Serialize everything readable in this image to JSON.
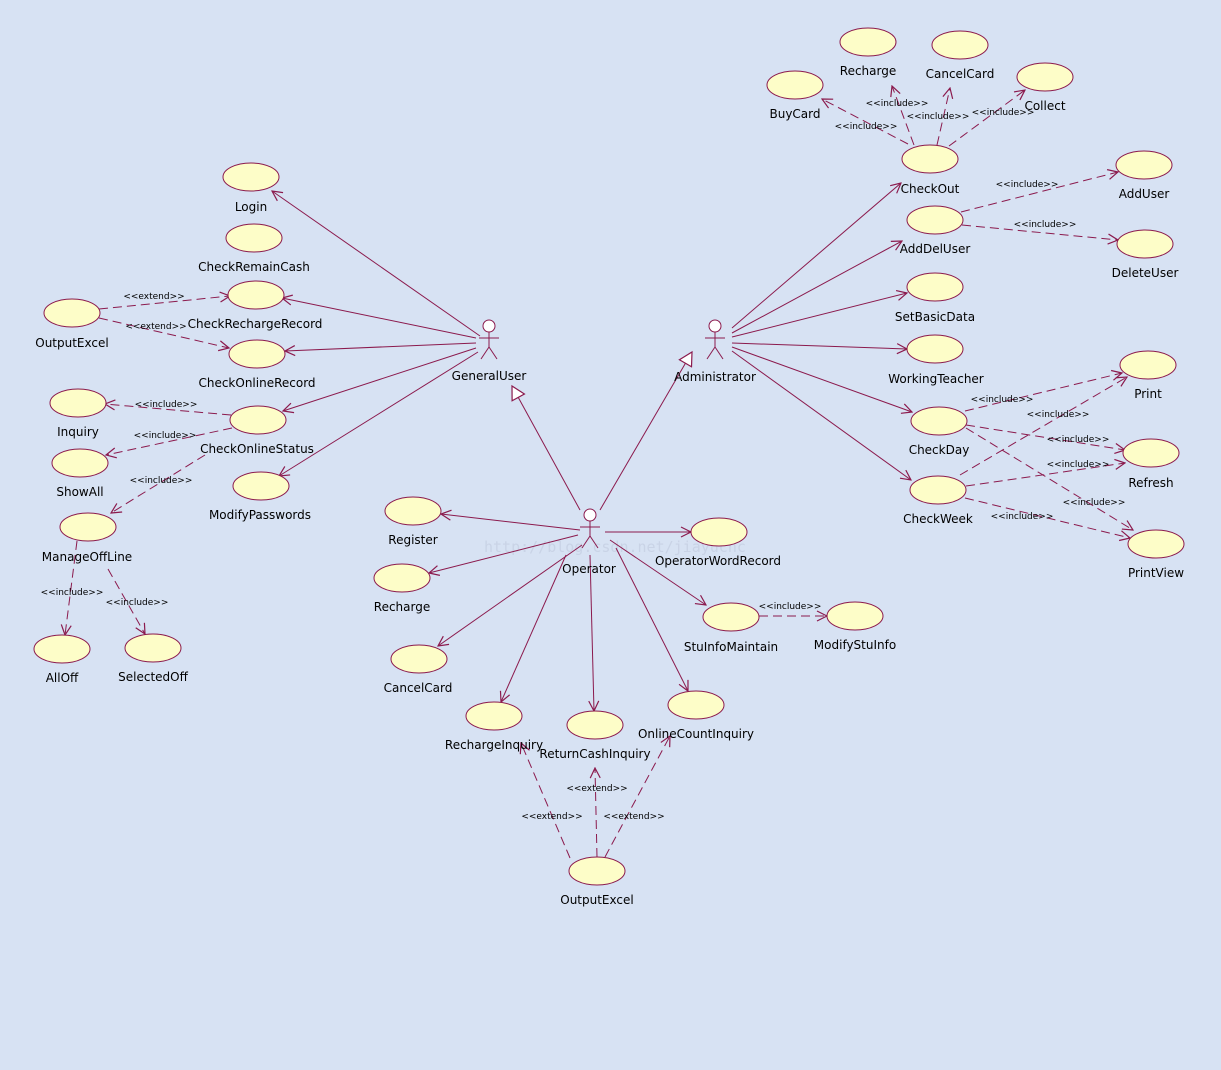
{
  "colors": {
    "background": "#d7e2f3",
    "line": "#8b1a4d",
    "use_case_fill": "#fdfdc8",
    "use_case_stroke": "#8b1a4d",
    "text": "#000000"
  },
  "watermark": "http://blog.csdn.net/jiayuchc",
  "actors": [
    {
      "id": "generaluser",
      "label": "GeneralUser"
    },
    {
      "id": "administrator",
      "label": "Administrator"
    },
    {
      "id": "operator",
      "label": "Operator"
    }
  ],
  "use_cases": [
    {
      "id": "login",
      "label": "Login"
    },
    {
      "id": "checkremaincash",
      "label": "CheckRemainCash"
    },
    {
      "id": "checkrechargerecord",
      "label": "CheckRechargeRecord"
    },
    {
      "id": "checkonlinerecord",
      "label": "CheckOnlineRecord"
    },
    {
      "id": "checkonlinestatus",
      "label": "CheckOnlineStatus"
    },
    {
      "id": "modifypasswords",
      "label": "ModifyPasswords"
    },
    {
      "id": "outputexcel_left",
      "label": "OutputExcel"
    },
    {
      "id": "inquiry",
      "label": "Inquiry"
    },
    {
      "id": "showall",
      "label": "ShowAll"
    },
    {
      "id": "manageoffline",
      "label": "ManageOffLine"
    },
    {
      "id": "alloff",
      "label": "AllOff"
    },
    {
      "id": "selectedoff",
      "label": "SelectedOff"
    },
    {
      "id": "register",
      "label": "Register"
    },
    {
      "id": "recharge_op",
      "label": "Recharge"
    },
    {
      "id": "cancelcard_op",
      "label": "CancelCard"
    },
    {
      "id": "rechargeinquiry",
      "label": "RechargeInquiry"
    },
    {
      "id": "returncashinquiry",
      "label": "ReturnCashInquiry"
    },
    {
      "id": "onlinecountinquiry",
      "label": "OnlineCountInquiry"
    },
    {
      "id": "outputexcel_bottom",
      "label": "OutputExcel"
    },
    {
      "id": "operatorwordrecord",
      "label": "OperatorWordRecord"
    },
    {
      "id": "stuinfomaintain",
      "label": "StuInfoMaintain"
    },
    {
      "id": "modifystuinfo",
      "label": "ModifyStuInfo"
    },
    {
      "id": "buycard",
      "label": "BuyCard"
    },
    {
      "id": "recharge_admin",
      "label": "Recharge"
    },
    {
      "id": "cancelcard_admin",
      "label": "CancelCard"
    },
    {
      "id": "collect",
      "label": "Collect"
    },
    {
      "id": "checkout",
      "label": "CheckOut"
    },
    {
      "id": "adddeluser",
      "label": "AddDelUser"
    },
    {
      "id": "adduser",
      "label": "AddUser"
    },
    {
      "id": "deleteuser",
      "label": "DeleteUser"
    },
    {
      "id": "setbasicdata",
      "label": "SetBasicData"
    },
    {
      "id": "workingteacher",
      "label": "WorkingTeacher"
    },
    {
      "id": "checkday",
      "label": "CheckDay"
    },
    {
      "id": "checkweek",
      "label": "CheckWeek"
    },
    {
      "id": "print",
      "label": "Print"
    },
    {
      "id": "refresh",
      "label": "Refresh"
    },
    {
      "id": "printview",
      "label": "PrintView"
    }
  ],
  "relations": [
    {
      "from": "generaluser",
      "to": "login",
      "type": "association"
    },
    {
      "from": "generaluser",
      "to": "checkrechargerecord",
      "type": "association"
    },
    {
      "from": "generaluser",
      "to": "checkonlinerecord",
      "type": "association"
    },
    {
      "from": "generaluser",
      "to": "checkonlinestatus",
      "type": "association"
    },
    {
      "from": "generaluser",
      "to": "modifypasswords",
      "type": "association"
    },
    {
      "from": "outputexcel_left",
      "to": "checkrechargerecord",
      "type": "extend",
      "label": "<<extend>>"
    },
    {
      "from": "outputexcel_left",
      "to": "checkonlinerecord",
      "type": "extend",
      "label": "<<extend>>"
    },
    {
      "from": "checkonlinestatus",
      "to": "inquiry",
      "type": "include",
      "label": "<<include>>"
    },
    {
      "from": "checkonlinestatus",
      "to": "showall",
      "type": "include",
      "label": "<<include>>"
    },
    {
      "from": "checkonlinestatus",
      "to": "manageoffline",
      "type": "include",
      "label": "<<include>>"
    },
    {
      "from": "manageoffline",
      "to": "alloff",
      "type": "include",
      "label": "<<include>>"
    },
    {
      "from": "manageoffline",
      "to": "selectedoff",
      "type": "include",
      "label": "<<include>>"
    },
    {
      "from": "operator",
      "to": "generaluser",
      "type": "generalization"
    },
    {
      "from": "operator",
      "to": "administrator",
      "type": "generalization"
    },
    {
      "from": "operator",
      "to": "register",
      "type": "association"
    },
    {
      "from": "operator",
      "to": "recharge_op",
      "type": "association"
    },
    {
      "from": "operator",
      "to": "cancelcard_op",
      "type": "association"
    },
    {
      "from": "operator",
      "to": "rechargeinquiry",
      "type": "association"
    },
    {
      "from": "operator",
      "to": "returncashinquiry",
      "type": "association"
    },
    {
      "from": "operator",
      "to": "onlinecountinquiry",
      "type": "association"
    },
    {
      "from": "operator",
      "to": "operatorwordrecord",
      "type": "association"
    },
    {
      "from": "operator",
      "to": "stuinfomaintain",
      "type": "association"
    },
    {
      "from": "stuinfomaintain",
      "to": "modifystuinfo",
      "type": "include",
      "label": "<<include>>"
    },
    {
      "from": "outputexcel_bottom",
      "to": "rechargeinquiry",
      "type": "extend",
      "label": "<<extend>>"
    },
    {
      "from": "outputexcel_bottom",
      "to": "returncashinquiry",
      "type": "extend",
      "label": "<<extend>>"
    },
    {
      "from": "outputexcel_bottom",
      "to": "onlinecountinquiry",
      "type": "extend",
      "label": "<<extend>>"
    },
    {
      "from": "administrator",
      "to": "checkout",
      "type": "association"
    },
    {
      "from": "administrator",
      "to": "adddeluser",
      "type": "association"
    },
    {
      "from": "administrator",
      "to": "setbasicdata",
      "type": "association"
    },
    {
      "from": "administrator",
      "to": "workingteacher",
      "type": "association"
    },
    {
      "from": "administrator",
      "to": "checkday",
      "type": "association"
    },
    {
      "from": "administrator",
      "to": "checkweek",
      "type": "association"
    },
    {
      "from": "checkout",
      "to": "buycard",
      "type": "include",
      "label": "<<include>>"
    },
    {
      "from": "checkout",
      "to": "recharge_admin",
      "type": "include",
      "label": "<<include>>"
    },
    {
      "from": "checkout",
      "to": "cancelcard_admin",
      "type": "include",
      "label": "<<include>>"
    },
    {
      "from": "checkout",
      "to": "collect",
      "type": "include",
      "label": "<<include>>"
    },
    {
      "from": "adddeluser",
      "to": "adduser",
      "type": "include",
      "label": "<<include>>"
    },
    {
      "from": "adddeluser",
      "to": "deleteuser",
      "type": "include",
      "label": "<<include>>"
    },
    {
      "from": "checkday",
      "to": "print",
      "type": "include",
      "label": "<<include>>"
    },
    {
      "from": "checkday",
      "to": "refresh",
      "type": "include",
      "label": "<<include>>"
    },
    {
      "from": "checkday",
      "to": "printview",
      "type": "include",
      "label": "<<include>>"
    },
    {
      "from": "checkweek",
      "to": "print",
      "type": "include",
      "label": "<<include>>"
    },
    {
      "from": "checkweek",
      "to": "refresh",
      "type": "include",
      "label": "<<include>>"
    },
    {
      "from": "checkweek",
      "to": "printview",
      "type": "include",
      "label": "<<include>>"
    }
  ]
}
